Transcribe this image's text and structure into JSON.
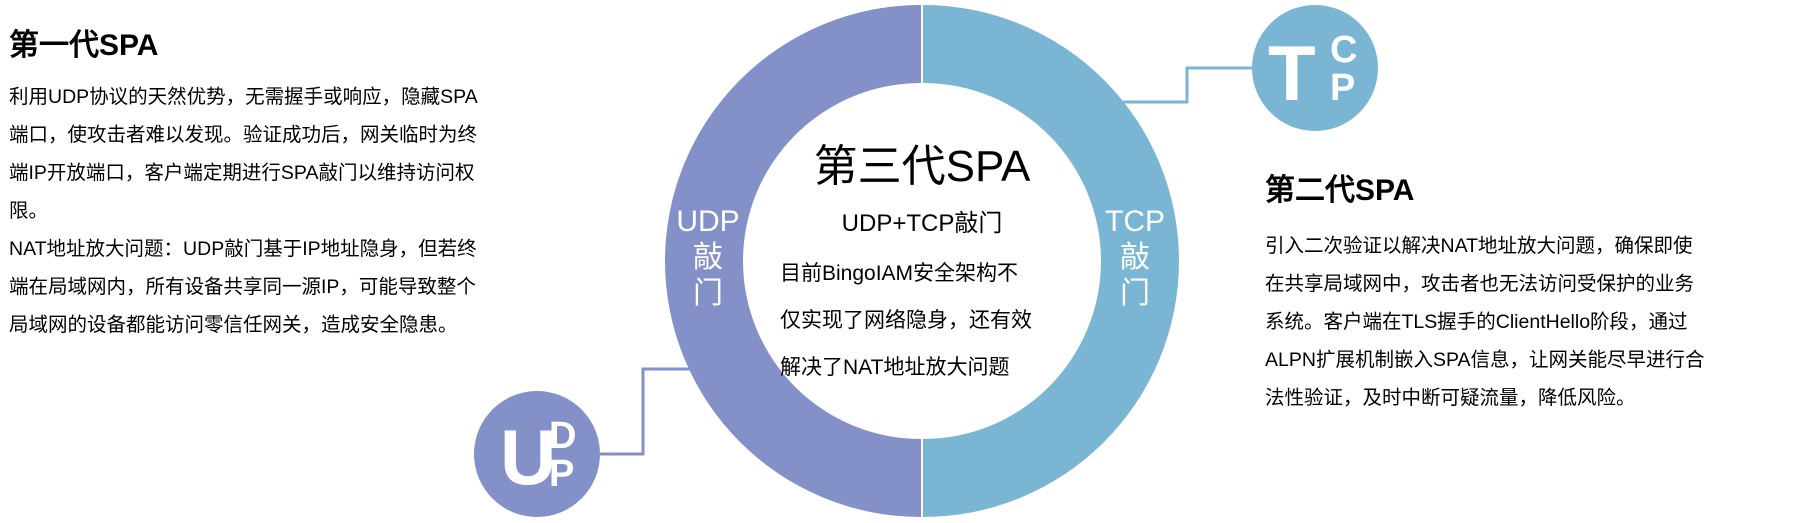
{
  "colors": {
    "udp": "#8491c9",
    "tcp": "#7ab5d3",
    "text": "#000000"
  },
  "left_panel": {
    "title": "第一代SPA",
    "lines": [
      "利用UDP协议的天然优势，无需握手或响应，隐藏SPA",
      "端口，使攻击者难以发现。验证成功后，网关临时为终",
      "端IP开放端口，客户端定期进行SPA敲门以维持访问权",
      "限。",
      "NAT地址放大问题：UDP敲门基于IP地址隐身，但若终",
      "端在局域网内，所有设备共享同一源IP，可能导致整个",
      "局域网的设备都能访问零信任网关，造成安全隐患。"
    ]
  },
  "right_panel": {
    "title": "第二代SPA",
    "lines": [
      "引入二次验证以解决NAT地址放大问题，确保即使",
      "在共享局域网中，攻击者也无法访问受保护的业务",
      "系统。客户端在TLS握手的ClientHello阶段，通过",
      "ALPN扩展机制嵌入SPA信息，让网关能尽早进行合",
      "法性验证，及时中断可疑流量，降低风险。"
    ]
  },
  "ring": {
    "left_label": [
      "UDP",
      "敲",
      "门"
    ],
    "right_label": [
      "TCP",
      "敲",
      "门"
    ]
  },
  "center": {
    "title": "第三代SPA",
    "subtitle": "UDP+TCP敲门",
    "lines": [
      "目前BingoIAM安全架构不",
      "仅实现了网络隐身，还有效",
      "解决了NAT地址放大问题"
    ]
  },
  "badges": {
    "udp": {
      "big": "U",
      "top": "D",
      "bottom": "P"
    },
    "tcp": {
      "big": "T",
      "top": "C",
      "bottom": "P"
    }
  }
}
